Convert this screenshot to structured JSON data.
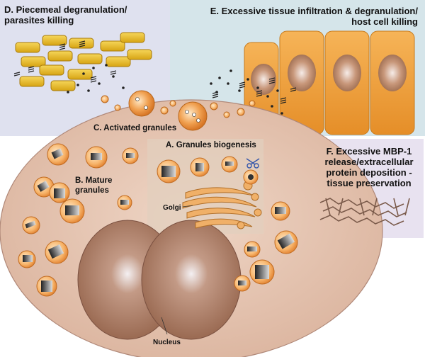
{
  "panels": {
    "d": {
      "title": "D. Piecemeal degranulation/\nparasites killing"
    },
    "e": {
      "title": "E. Excessive tissue infiltration & degranulation/\nhost cell killing"
    },
    "f": {
      "title": "F. Excessive MBP-1\nrelease/extracellular\nprotein deposition -\ntissue preservation"
    }
  },
  "labels": {
    "activated": "C. Activated granules",
    "biogenesis": "A. Granules biogenesis",
    "mature": "B. Mature\ngranules",
    "golgi": "Golgi",
    "nucleus": "Nucleus"
  },
  "colors": {
    "panel_d_bg": "#dde0ef",
    "panel_e_bg": "#d6e6ea",
    "panel_f_bg": "#e6e0ef",
    "cell_body": "#e8c8b6",
    "nucleus": "#a87660",
    "granule": "#f2a860",
    "host_cell": "#f0a040",
    "parasite": "#e6b820",
    "golgi": "#e6a860"
  },
  "icons": [
    "scissors-icon",
    "parasite-icon",
    "granule-icon",
    "crystal-icon"
  ]
}
